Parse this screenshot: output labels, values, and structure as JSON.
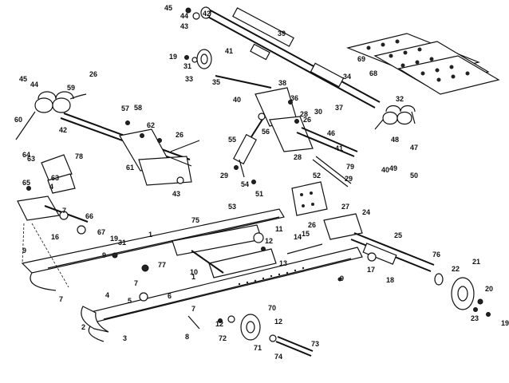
{
  "diagram": {
    "colors": {
      "ink": "#111111",
      "paper": "#ffffff"
    },
    "callouts": [
      "1",
      "1",
      "2",
      "3",
      "4",
      "4",
      "5",
      "6",
      "7",
      "7",
      "7",
      "7",
      "8",
      "9",
      "9",
      "9",
      "10",
      "11",
      "12",
      "12",
      "12",
      "13",
      "14",
      "15",
      "16",
      "17",
      "18",
      "19",
      "19",
      "19",
      "20",
      "21",
      "22",
      "23",
      "24",
      "25",
      "26",
      "26",
      "26",
      "26",
      "27",
      "28",
      "28",
      "29",
      "29",
      "30",
      "31",
      "31",
      "32",
      "33",
      "34",
      "35",
      "36",
      "37",
      "38",
      "39",
      "40",
      "40",
      "41",
      "41",
      "42",
      "42",
      "43",
      "43",
      "44",
      "44",
      "45",
      "45",
      "46",
      "47",
      "48",
      "49",
      "50",
      "51",
      "52",
      "53",
      "54",
      "55",
      "56",
      "57",
      "58",
      "59",
      "60",
      "61",
      "62",
      "63",
      "63",
      "64",
      "65",
      "66",
      "67",
      "68",
      "69",
      "70",
      "71",
      "72",
      "73",
      "74",
      "75",
      "76",
      "77",
      "78",
      "79"
    ]
  }
}
